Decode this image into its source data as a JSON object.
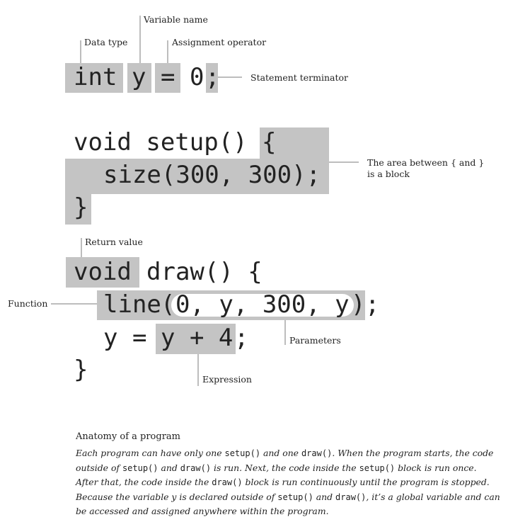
{
  "code": {
    "l1_type": "int",
    "l1_var": "y",
    "l1_op": "=",
    "l1_val": "0",
    "l1_term": ";",
    "l2_head": "void setup()",
    "l2_brace": "{",
    "l3_body": "size(300, 300);",
    "l4_close": "}",
    "l5_ret": "void",
    "l5_rest": "draw() {",
    "l6_func": "line",
    "l6_open": "(",
    "l6_params": "0, y, 300, y",
    "l6_close": ")",
    "l6_semi": ";",
    "l7_lhs": "y =",
    "l7_expr": "y + 4",
    "l7_semi": ";",
    "l8_close": "}"
  },
  "annotations": {
    "data_type": "Data type",
    "variable_name": "Variable name",
    "assignment_operator": "Assignment operator",
    "statement_terminator": "Statement terminator",
    "block_line1": "The area between { and }",
    "block_line2": "is a block",
    "return_value": "Return value",
    "function": "Function",
    "parameters": "Parameters",
    "expression": "Expression"
  },
  "caption": {
    "title": "Anatomy of a program",
    "t1": "Each program can have only one ",
    "c_setup": "setup()",
    "t2": " and one ",
    "c_draw": "draw()",
    "t3": ". When the program starts, the code outside of ",
    "t4": " and ",
    "t5": " is run. Next, the code inside the ",
    "t6": " block is run once. After that, the code inside the ",
    "t7": " block is run continuously until the program is stopped. Because the variable y is declared outside of ",
    "t8": " and ",
    "t9": ", it’s a global variable and can be accessed and assigned anywhere within the program."
  }
}
